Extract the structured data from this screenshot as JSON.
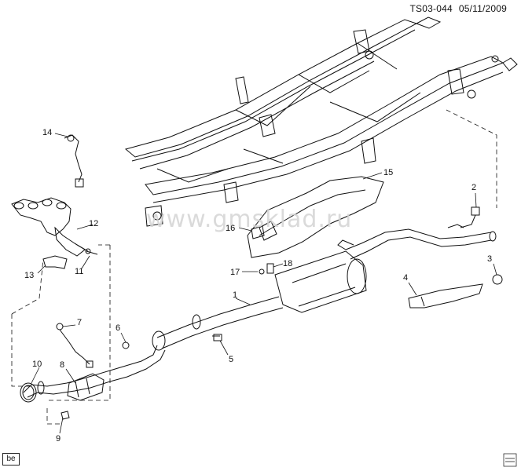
{
  "header": {
    "diagram_id": "TS03-044",
    "date": "05/11/2009"
  },
  "watermark": "www.gmsklad.ru",
  "badge": "be",
  "callouts": {
    "c1": "1",
    "c2": "2",
    "c3": "3",
    "c4": "4",
    "c5": "5",
    "c6": "6",
    "c7": "7",
    "c8": "8",
    "c9": "9",
    "c10": "10",
    "c11": "11",
    "c12": "12",
    "c13": "13",
    "c14": "14",
    "c15": "15",
    "c16": "16",
    "c17": "17",
    "c18": "18"
  }
}
